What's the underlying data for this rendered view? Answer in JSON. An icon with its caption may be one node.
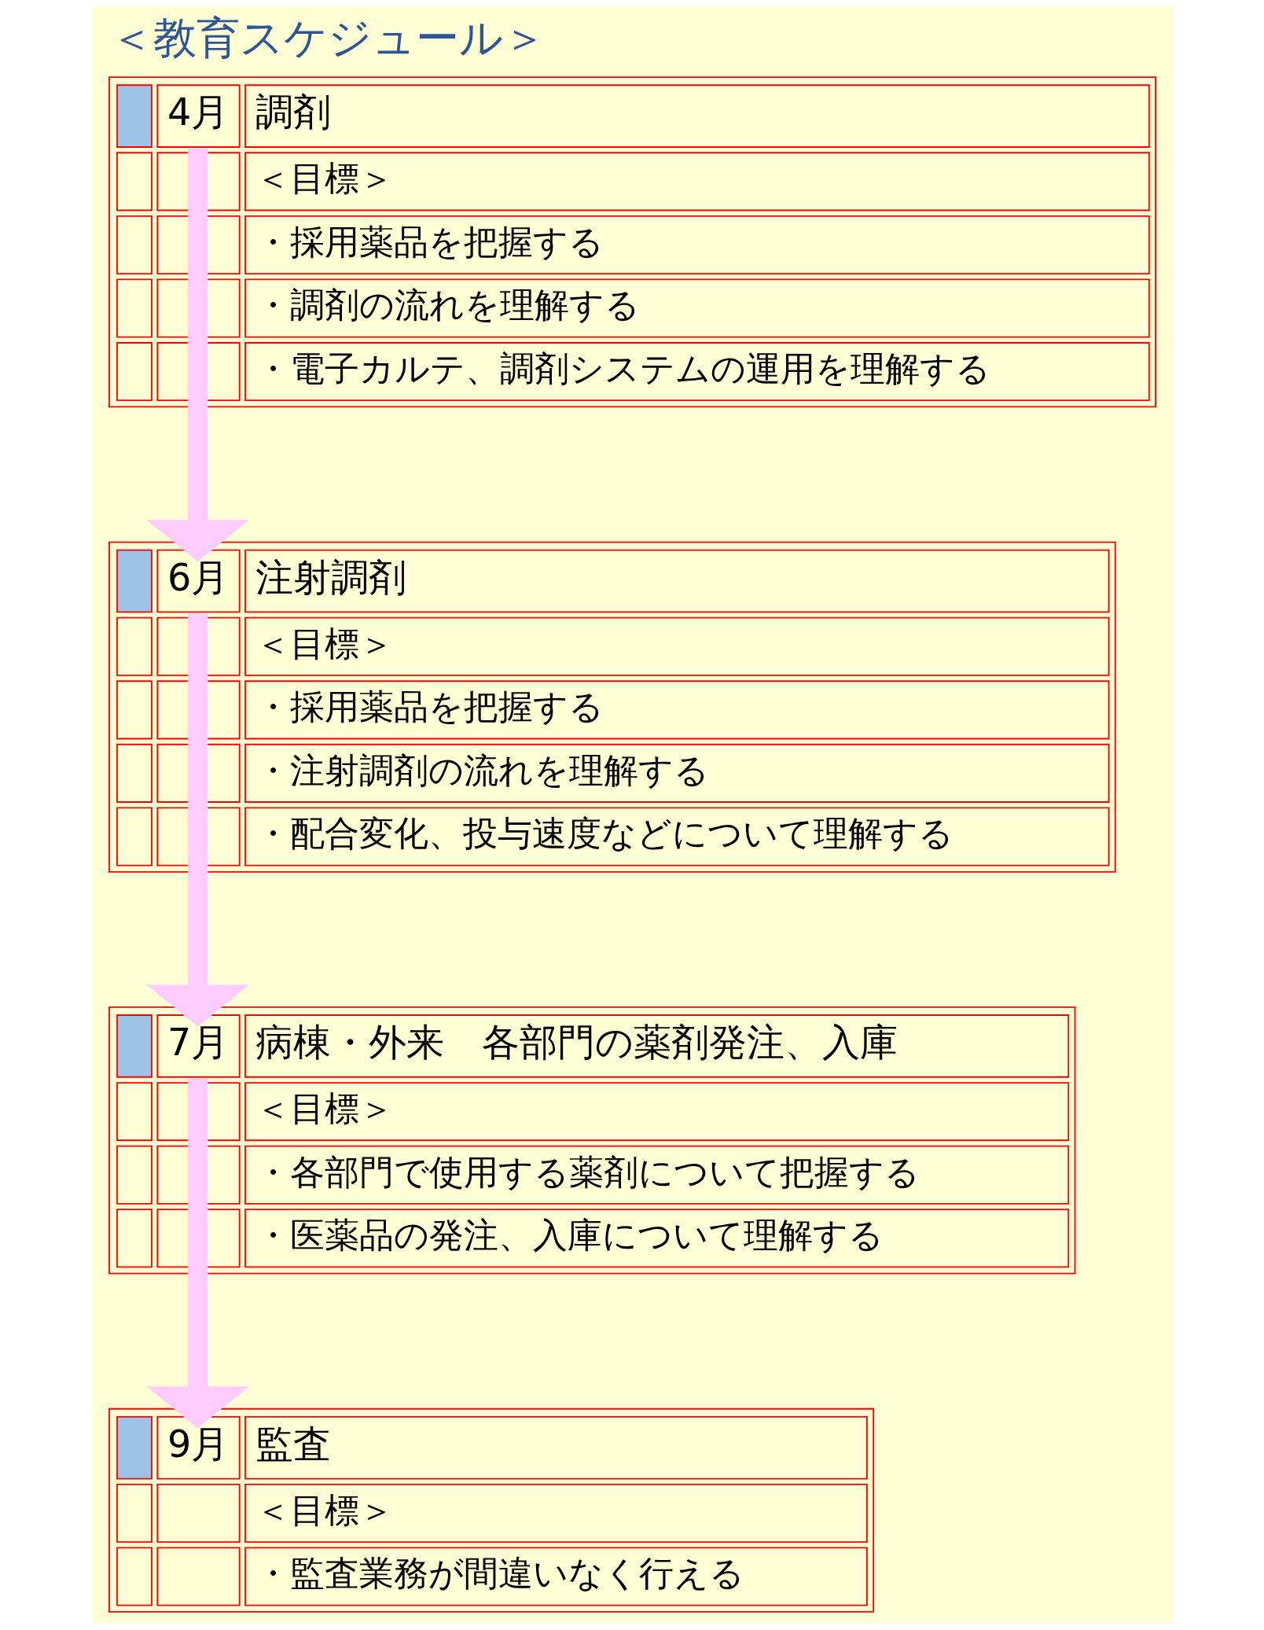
{
  "diagram": {
    "title": "＜教育スケジュール＞",
    "nodes": [
      {
        "text": [
          "4月",
          "調剤",
          "＜目標＞",
          "・採用薬品を把握する",
          "・調剤の流れを理解する",
          "・電子カルテ、調剤システムの運用を理解する"
        ]
      },
      {
        "text": [
          "6月",
          "注射調剤",
          "＜目標＞",
          "・採用薬品を把握する",
          "・注射調剤の流れを理解する",
          "・配合変化、投与速度などについて理解する"
        ]
      },
      {
        "text": [
          "7月",
          "病棟・外来　各部門の薬剤発注、入庫",
          "＜目標＞",
          "・各部門で使用する薬剤について把握する",
          "・医薬品の発注、入庫について理解する"
        ]
      },
      {
        "text": [
          "9月",
          "監査",
          "＜目標＞",
          "・監査業務が間違いなく行える"
        ]
      }
    ],
    "edges": [
      {
        "from": 0,
        "to": 1,
        "arrow": "to"
      },
      {
        "from": 1,
        "to": 2,
        "arrow": "to"
      },
      {
        "from": 2,
        "to": 3,
        "arrow": "to"
      }
    ]
  }
}
